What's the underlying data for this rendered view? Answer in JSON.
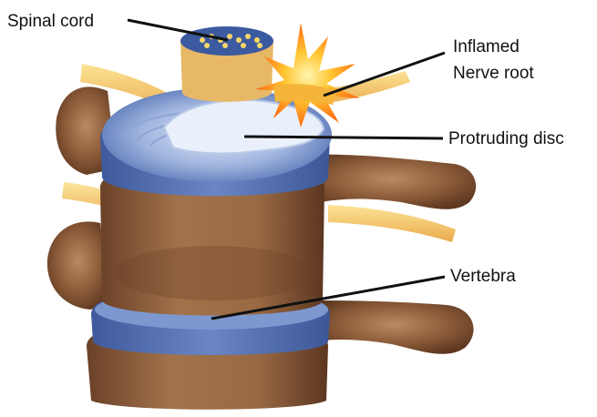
{
  "labels": {
    "spinal_cord": "Spinal cord",
    "inflamed_line1": "Inflamed",
    "inflamed_line2": "Nerve root",
    "protruding_disc": "Protruding disc",
    "vertebra": "Vertebra"
  },
  "colors": {
    "bone": "#7a4a2c",
    "bone_light": "#a9764c",
    "disc": "#4f6fb0",
    "disc_light": "#c9d6ef",
    "nerve": "#f2b845",
    "inflammation": "#ff7a1a",
    "spinal_cord": "#e8b85a",
    "leader_line": "#111111"
  }
}
